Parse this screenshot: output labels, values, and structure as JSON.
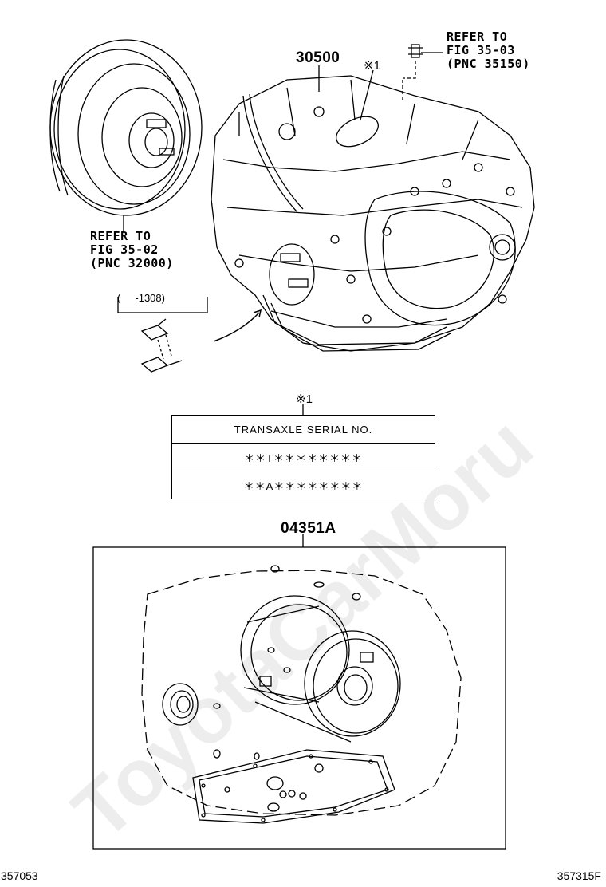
{
  "labels": {
    "refer_top": "REFER TO\nFIG 35-03\n(PNC 35150)",
    "refer_left": "REFER TO\nFIG 35-02\n(PNC 32000)",
    "pnc_main": "30500",
    "pnc_kit": "04351A",
    "mark_main": "※1",
    "mark_table": "※1",
    "date_range": "(     -1308)"
  },
  "serial_table": {
    "rows": [
      "TRANSAXLE SERIAL NO.",
      "＊＊T＊＊＊＊＊＊＊＊",
      "＊＊A＊＊＊＊＊＊＊＊"
    ]
  },
  "watermark": "ToyotaCarMoru",
  "footer": {
    "left_code": "357053",
    "right_code": "357315F"
  }
}
